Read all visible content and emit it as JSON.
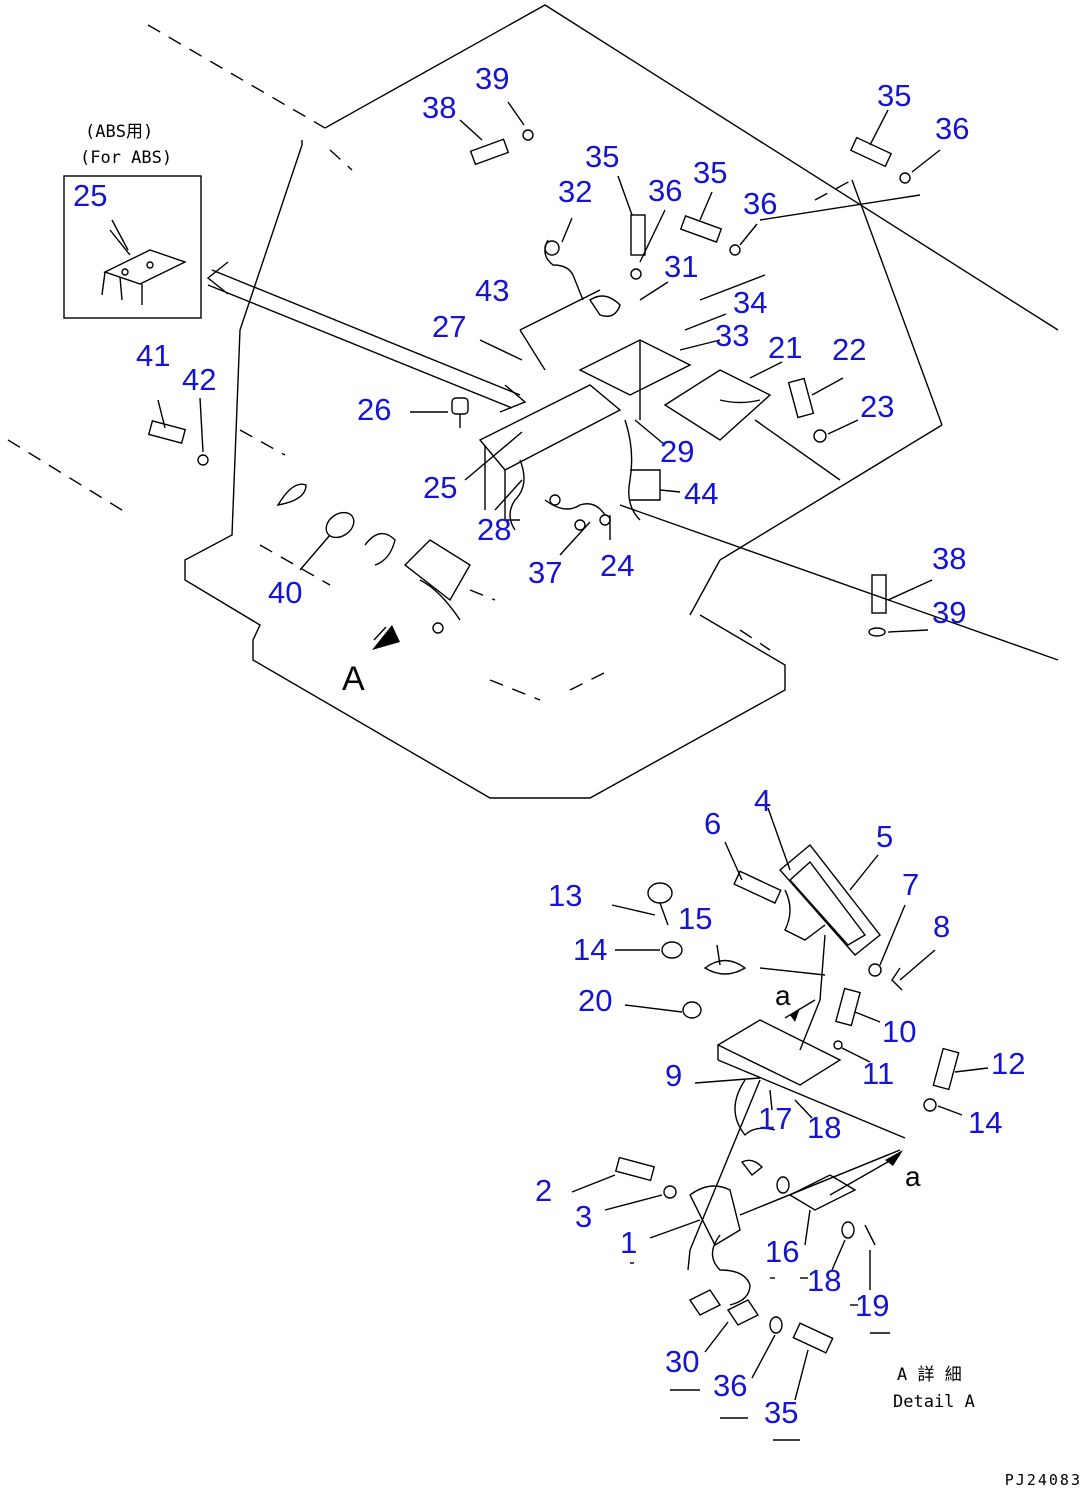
{
  "notes": {
    "abs_jp": "(ABS用)",
    "abs_en": "(For ABS)",
    "detail_jp": "A 詳 細",
    "detail_en": "Detail A",
    "drawing_number": "PJ24083"
  },
  "view_letters": {
    "main_a": "A",
    "detail_a1": "a",
    "detail_a2": "a"
  },
  "callouts": [
    {
      "id": "c39a",
      "text": "39"
    },
    {
      "id": "c38a",
      "text": "38"
    },
    {
      "id": "c35a",
      "text": "35"
    },
    {
      "id": "c36a",
      "text": "36"
    },
    {
      "id": "c25box",
      "text": "25"
    },
    {
      "id": "c35b",
      "text": "35"
    },
    {
      "id": "c36b",
      "text": "36"
    },
    {
      "id": "c35c",
      "text": "35"
    },
    {
      "id": "c36c",
      "text": "36"
    },
    {
      "id": "c32",
      "text": "32"
    },
    {
      "id": "c31",
      "text": "31"
    },
    {
      "id": "c43",
      "text": "43"
    },
    {
      "id": "c34",
      "text": "34"
    },
    {
      "id": "c27",
      "text": "27"
    },
    {
      "id": "c33",
      "text": "33"
    },
    {
      "id": "c21",
      "text": "21"
    },
    {
      "id": "c22",
      "text": "22"
    },
    {
      "id": "c41",
      "text": "41"
    },
    {
      "id": "c42",
      "text": "42"
    },
    {
      "id": "c26",
      "text": "26"
    },
    {
      "id": "c23",
      "text": "23"
    },
    {
      "id": "c29",
      "text": "29"
    },
    {
      "id": "c25",
      "text": "25"
    },
    {
      "id": "c44",
      "text": "44"
    },
    {
      "id": "c28",
      "text": "28"
    },
    {
      "id": "c37",
      "text": "37"
    },
    {
      "id": "c24",
      "text": "24"
    },
    {
      "id": "c40",
      "text": "40"
    },
    {
      "id": "c38b",
      "text": "38"
    },
    {
      "id": "c39b",
      "text": "39"
    },
    {
      "id": "c4",
      "text": "4"
    },
    {
      "id": "c6",
      "text": "6"
    },
    {
      "id": "c5",
      "text": "5"
    },
    {
      "id": "c7",
      "text": "7"
    },
    {
      "id": "c13",
      "text": "13"
    },
    {
      "id": "c15",
      "text": "15"
    },
    {
      "id": "c8",
      "text": "8"
    },
    {
      "id": "c14a",
      "text": "14"
    },
    {
      "id": "c20",
      "text": "20"
    },
    {
      "id": "c10",
      "text": "10"
    },
    {
      "id": "c12",
      "text": "12"
    },
    {
      "id": "c9",
      "text": "9"
    },
    {
      "id": "c11",
      "text": "11"
    },
    {
      "id": "c14b",
      "text": "14"
    },
    {
      "id": "c17",
      "text": "17"
    },
    {
      "id": "c18a",
      "text": "18"
    },
    {
      "id": "c2",
      "text": "2"
    },
    {
      "id": "c3",
      "text": "3"
    },
    {
      "id": "c1",
      "text": "1"
    },
    {
      "id": "c16",
      "text": "16"
    },
    {
      "id": "c18b",
      "text": "18"
    },
    {
      "id": "c19",
      "text": "19"
    },
    {
      "id": "c30",
      "text": "30"
    },
    {
      "id": "c36d",
      "text": "36"
    },
    {
      "id": "c35d",
      "text": "35"
    }
  ]
}
